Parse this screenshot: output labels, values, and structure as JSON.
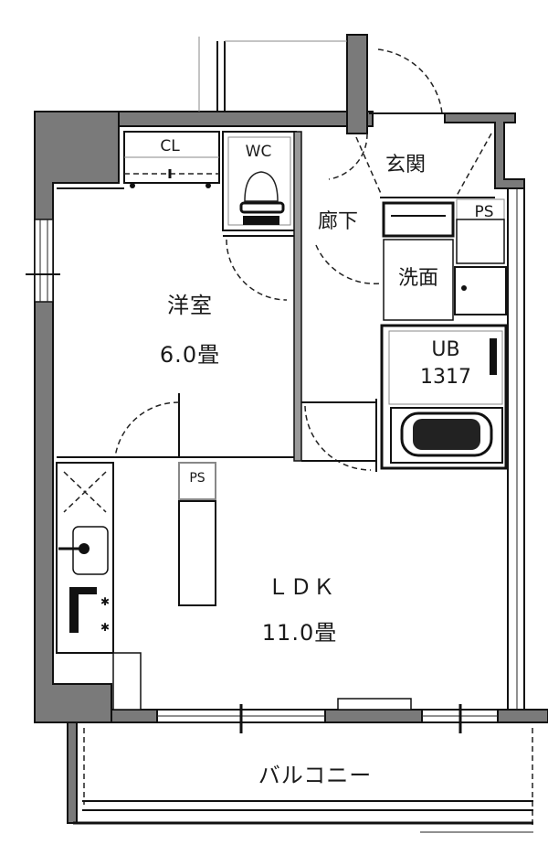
{
  "floor_plan": {
    "rooms": {
      "western_room": {
        "name": "洋室",
        "area": "6.0畳"
      },
      "ldk": {
        "name": "ＬＤＫ",
        "area": "11.0畳"
      },
      "closet": {
        "name": "CL"
      },
      "toilet": {
        "name": "WC"
      },
      "entrance": {
        "name": "玄関"
      },
      "hallway": {
        "name": "廊下"
      },
      "washroom": {
        "name": "洗面"
      },
      "bathroom": {
        "name": "UB",
        "size": "1317"
      },
      "pipe_space_kitchen": {
        "name": "PS"
      },
      "pipe_space_entrance": {
        "name": "PS"
      },
      "balcony": {
        "name": "バルコニー"
      }
    },
    "colors": {
      "wall": "#7a7a7a",
      "line": "#111111",
      "background": "#ffffff"
    }
  }
}
